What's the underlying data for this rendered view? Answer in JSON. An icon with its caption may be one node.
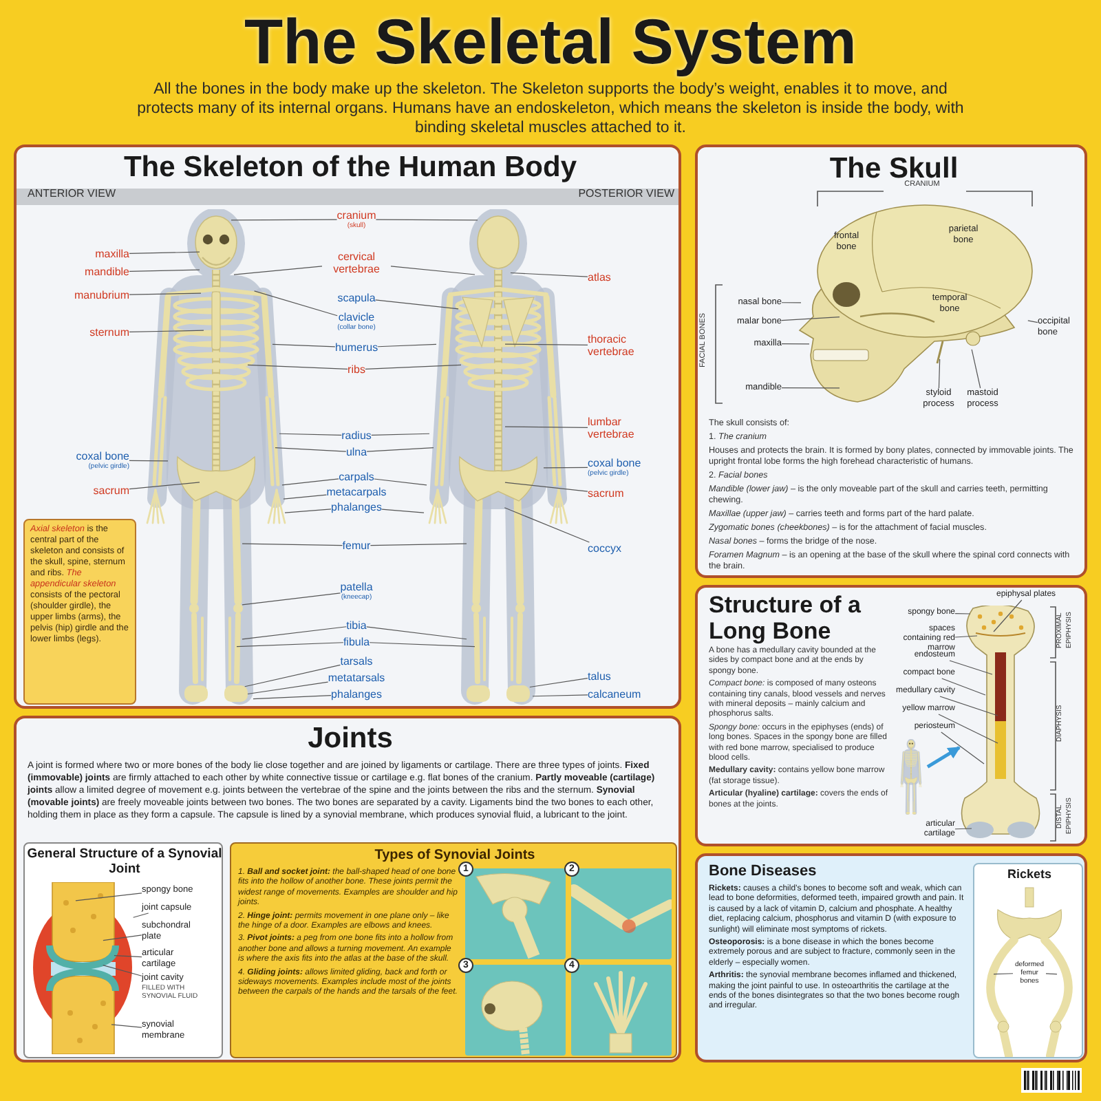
{
  "diagram": {
    "title": "The Skeletal System",
    "nodes": [
      {
        "text": [
          "The Skeleton of the Human Body"
        ]
      },
      {
        "text": [
          "maxilla"
        ],
        "in": 0
      },
      {
        "text": [
          "mandible"
        ],
        "in": 0
      },
      {
        "text": [
          "manubrium"
        ],
        "in": 0
      },
      {
        "text": [
          "sternum"
        ],
        "in": 0
      },
      {
        "text": [
          "coxal bone",
          "(pelvic girdle)"
        ],
        "in": 0
      },
      {
        "text": [
          "sacrum"
        ],
        "in": 0
      },
      {
        "text": [
          "cranium",
          "(skull)"
        ],
        "in": 0
      },
      {
        "text": [
          "cervical vertebrae"
        ],
        "in": 0
      },
      {
        "text": [
          "scapula"
        ],
        "in": 0
      },
      {
        "text": [
          "clavicle",
          "(collar bone)"
        ],
        "in": 0
      },
      {
        "text": [
          "humerus"
        ],
        "in": 0
      },
      {
        "text": [
          "ribs"
        ],
        "in": 0
      },
      {
        "text": [
          "radius"
        ],
        "in": 0
      },
      {
        "text": [
          "ulna"
        ],
        "in": 0
      },
      {
        "text": [
          "carpals"
        ],
        "in": 0
      },
      {
        "text": [
          "metacarpals"
        ],
        "in": 0
      },
      {
        "text": [
          "phalanges"
        ],
        "in": 0
      },
      {
        "text": [
          "femur"
        ],
        "in": 0
      },
      {
        "text": [
          "patella",
          "(kneecap)"
        ],
        "in": 0
      },
      {
        "text": [
          "tibia"
        ],
        "in": 0
      },
      {
        "text": [
          "fibula"
        ],
        "in": 0
      },
      {
        "text": [
          "tarsals"
        ],
        "in": 0
      },
      {
        "text": [
          "metatarsals"
        ],
        "in": 0
      },
      {
        "text": [
          "phalanges"
        ],
        "in": 0
      },
      {
        "text": [
          "atlas"
        ],
        "in": 0
      },
      {
        "text": [
          "thoracic vertebrae"
        ],
        "in": 0
      },
      {
        "text": [
          "lumbar vertebrae"
        ],
        "in": 0
      },
      {
        "text": [
          "coxal bone",
          "(pelvic girdle)"
        ],
        "in": 0
      },
      {
        "text": [
          "sacrum"
        ],
        "in": 0
      },
      {
        "text": [
          "coccyx"
        ],
        "in": 0
      },
      {
        "text": [
          "talus"
        ],
        "in": 0
      },
      {
        "text": [
          "calcaneum"
        ],
        "in": 0
      },
      {
        "text": [
          "*Axial skeleton* is the central part of the skeleton and consists of the skull, spine, sternum and ribs. *The appendicular skeleton* consists of the pectoral (shoulder girdle), the upper limbs (arms), the pelvis (hip) girdle and the lower limbs (legs)."
        ],
        "in": 0
      },
      {
        "text": [
          "The Skull",
          "The skull consists of:",
          "1. *The cranium*",
          "Houses and protects the brain. It is formed by bony plates, connected by immovable joints. The upright frontal lobe forms the high forehead characteristic of humans.",
          "2. *Facial bones*",
          "*Mandible (lower jaw)* – is the only moveable part of the skull and carries teeth, permitting chewing.",
          "*Maxillae (upper jaw)* – carries teeth and forms part of the hard palate.",
          "*Zygomatic bones (cheekbones)* – is for the attachment of facial muscles.",
          "*Nasal bones* – forms the bridge of the nose.",
          "*Foramen Magnum* – is an opening at the base of the skull where the spinal cord connects with the brain."
        ]
      },
      {
        "text": [
          "nasal bone"
        ],
        "in": 34
      },
      {
        "text": [
          "malar bone"
        ],
        "in": 34
      },
      {
        "text": [
          "maxilla"
        ],
        "in": 34
      },
      {
        "text": [
          "mandible"
        ],
        "in": 34
      },
      {
        "text": [
          "occipital bone"
        ],
        "in": 34
      },
      {
        "text": [
          "styloid process"
        ],
        "in": 34
      },
      {
        "text": [
          "mastoid process"
        ],
        "in": 34
      },
      {
        "text": [
          "Structure of a Long Bone",
          "A bone has a medullary cavity bounded at the sides by compact bone and at the ends by spongy bone.",
          "*Compact bone:* is composed of many osteons containing tiny canals, blood vessels and nerves with mineral deposits – mainly calcium and phosphorus salts.",
          "*Spongy bone:* occurs in the epiphyses (ends) of long bones. Spaces in the spongy bone are filled with red bone marrow, specialised to produce blood cells.",
          "**Medullary cavity:** contains yellow bone marrow (fat storage tissue).",
          "**Articular (hyaline) cartilage:** covers the ends of bones at the joints."
        ]
      },
      {
        "text": [
          "epiphysal plates"
        ],
        "in": 42
      },
      {
        "text": [
          "spongy bone"
        ],
        "in": 42
      },
      {
        "text": [
          "spaces containing red marrow"
        ],
        "in": 42
      },
      {
        "text": [
          "endosteum"
        ],
        "in": 42
      },
      {
        "text": [
          "compact bone"
        ],
        "in": 42
      },
      {
        "text": [
          "medullary cavity"
        ],
        "in": 42
      },
      {
        "text": [
          "yellow marrow"
        ],
        "in": 42
      },
      {
        "text": [
          "periosteum"
        ],
        "in": 42
      },
      {
        "text": [
          "articular cartilage"
        ],
        "in": 42
      },
      {
        "text": [],
        "shape": "picture",
        "in": 42
      },
      {
        "text": [],
        "shape": "picture",
        "in": 42
      },
      {
        "text": [
          "Joints",
          "A joint is formed where two or more bones of the body lie close together and are joined by ligaments or cartilage. There are three types of joints. **Fixed (immovable) joints** are firmly attached to each other by white connective tissue or cartilage e.g. flat bones of the cranium. **Partly moveable (cartilage) joints** allow a limited degree of movement e.g. joints between the vertebrae of the spine and the joints between the ribs and the sternum. **Synovial (movable joints)** are freely moveable joints between two bones. The two bones are separated by a cavity. Ligaments bind the two bones to each other, holding them in place as they form a capsule. The capsule is lined by a synovial membrane, which produces synovial fluid, a lubricant to the joint."
        ]
      },
      {
        "text": [
          "General Structure of a Synovial Joint"
        ],
        "in": 54
      },
      {
        "text": [
          "spongy bone"
        ],
        "in": 55
      },
      {
        "text": [
          "joint capsule"
        ],
        "in": 55
      },
      {
        "text": [
          "subchondral plate"
        ],
        "in": 55
      },
      {
        "text": [
          "articular cartilage"
        ],
        "in": 55
      },
      {
        "text": [
          "joint cavity",
          "FILLED WITH SYNOVIAL FLUID"
        ],
        "in": 55
      },
      {
        "text": [
          "synovial membrane"
        ],
        "in": 55
      },
      {
        "text": [
          "Types of Synovial Joints",
          "1. **Ball and socket joint:** the ball-shaped head of one bone fits into the hollow of another bone. These joints permit the widest range of movements. Examples are shoulder and hip joints.",
          "2. **Hinge joint:** permits movement in one plane only – like the hinge of a door. Examples are elbows and knees.",
          "3. **Pivot joints:** a peg from one bone fits into a hollow from another bone and allows a turning movement. An example is where the axis fits into the atlas at the base of the skull.",
          "4. **Gliding joints:** allows limited gliding, back and forth or sideways movements. Examples include most of the joints between the carpals of the hands and the tarsals of the feet."
        ],
        "in": 54
      },
      {
        "text": [
          "Bone Diseases",
          "**Rickets:** causes a child’s bones to become soft and weak, which can lead to bone deformities, deformed teeth, impaired growth and pain. It is caused by a lack of vitamin D, calcium and phosphate. A healthy diet, replacing calcium, phosphorus and vitamin D (with exposure to sunlight) will eliminate most symptoms of rickets.",
          "**Osteoporosis:** is a bone disease in which the bones become extremely porous and are subject to fracture, commonly seen in the elderly – especially women.",
          "**Arthritis:** the synovial membrane becomes inflamed and thickened, making the joint painful to use. In osteoarthritis the cartilage at the ends of the bones disintegrates so that the two bones become rough and irregular."
        ]
      },
      {
        "text": [
          "Rickets"
        ],
        "in": 63
      },
      {
        "text": [
          "deformed femur bones"
        ],
        "in": 64
      }
    ],
    "edges": [
      {
        "from": 1,
        "to": null,
        "arrow": "none"
      },
      {
        "from": 2,
        "to": null,
        "arrow": "none"
      },
      {
        "from": 3,
        "to": null,
        "arrow": "none"
      },
      {
        "from": 4,
        "to": null,
        "arrow": "none"
      },
      {
        "from": 5,
        "to": null,
        "arrow": "none"
      },
      {
        "from": 6,
        "to": null,
        "arrow": "none"
      },
      {
        "from": 7,
        "to": null,
        "arrow": "none"
      },
      {
        "from": 7,
        "to": null,
        "arrow": "none"
      },
      {
        "from": 8,
        "to": null,
        "arrow": "none"
      },
      {
        "from": 8,
        "to": null,
        "arrow": "none"
      },
      {
        "from": 9,
        "to": null,
        "arrow": "none"
      },
      {
        "from": 10,
        "to": null,
        "arrow": "none"
      },
      {
        "from": 11,
        "to": null,
        "arrow": "none"
      },
      {
        "from": 11,
        "to": null,
        "arrow": "none"
      },
      {
        "from": 12,
        "to": null,
        "arrow": "none"
      },
      {
        "from": 12,
        "to": null,
        "arrow": "none"
      },
      {
        "from": 13,
        "to": null,
        "arrow": "none"
      },
      {
        "from": 13,
        "to": null,
        "arrow": "none"
      },
      {
        "from": 14,
        "to": null,
        "arrow": "none"
      },
      {
        "from": 14,
        "to": null,
        "arrow": "none"
      },
      {
        "from": 15,
        "to": null,
        "arrow": "none"
      },
      {
        "from": 15,
        "to": null,
        "arrow": "none"
      },
      {
        "from": 16,
        "to": null,
        "arrow": "none"
      },
      {
        "from": 17,
        "to": null,
        "arrow": "none"
      },
      {
        "from": 17,
        "to": null,
        "arrow": "none"
      },
      {
        "from": 18,
        "to": null,
        "arrow": "none"
      },
      {
        "from": 18,
        "to": null,
        "arrow": "none"
      },
      {
        "from": 19,
        "to": null,
        "arrow": "none"
      },
      {
        "from": 20,
        "to": null,
        "arrow": "none"
      },
      {
        "from": 20,
        "to": null,
        "arrow": "none"
      },
      {
        "from": 21,
        "to": null,
        "arrow": "none"
      },
      {
        "from": 21,
        "to": null,
        "arrow": "none"
      },
      {
        "from": 22,
        "to": null,
        "arrow": "none"
      },
      {
        "from": 23,
        "to": null,
        "arrow": "none"
      },
      {
        "from": 24,
        "to": null,
        "arrow": "none"
      },
      {
        "from": 25,
        "to": null,
        "arrow": "none"
      },
      {
        "from": 26,
        "to": null,
        "arrow": "none"
      },
      {
        "from": 27,
        "to": null,
        "arrow": "none"
      },
      {
        "from": 28,
        "to": null,
        "arrow": "none"
      },
      {
        "from": 29,
        "to": null,
        "arrow": "none"
      },
      {
        "from": 30,
        "to": null,
        "arrow": "none"
      },
      {
        "from": 31,
        "to": null,
        "arrow": "none"
      },
      {
        "from": 32,
        "to": null,
        "arrow": "none"
      },
      {
        "from": 35,
        "to": null,
        "arrow": "none"
      },
      {
        "from": 36,
        "to": null,
        "arrow": "none"
      },
      {
        "from": 37,
        "to": null,
        "arrow": "none"
      },
      {
        "from": 38,
        "to": null,
        "arrow": "none"
      },
      {
        "from": 39,
        "to": null,
        "arrow": "none"
      },
      {
        "from": 40,
        "to": null,
        "arrow": "none"
      },
      {
        "from": 41,
        "to": null,
        "arrow": "none"
      },
      {
        "from": 43,
        "to": 53,
        "arrow": "none"
      },
      {
        "from": 44,
        "to": 53,
        "arrow": "none"
      },
      {
        "from": 45,
        "to": 53,
        "arrow": "none"
      },
      {
        "from": 46,
        "to": 53,
        "arrow": "none"
      },
      {
        "from": 47,
        "to": 53,
        "arrow": "none"
      },
      {
        "from": 48,
        "to": 53,
        "arrow": "none"
      },
      {
        "from": 49,
        "to": 53,
        "arrow": "none"
      },
      {
        "from": 50,
        "to": 53,
        "arrow": "none"
      },
      {
        "from": 51,
        "to": 53,
        "arrow": "none"
      },
      {
        "from": 52,
        "to": 53,
        "arrow": "to",
        "style": "thick",
        "color": "#3a9ad9"
      },
      {
        "from": 56,
        "to": null,
        "arrow": "none"
      },
      {
        "from": 57,
        "to": null,
        "arrow": "none"
      },
      {
        "from": 58,
        "to": null,
        "arrow": "none"
      },
      {
        "from": 59,
        "to": null,
        "arrow": "none"
      },
      {
        "from": 60,
        "to": null,
        "arrow": "none"
      },
      {
        "from": 61,
        "to": null,
        "arrow": "none"
      },
      {
        "from": 65,
        "to": null,
        "arrow": "none"
      },
      {
        "from": 65,
        "to": null,
        "arrow": "none"
      }
    ],
    "labels": [
      "All the bones in the body make up the skeleton. The Skeleton supports the body’s weight, enables it to move, and protects many of its internal organs. Humans have an endoskeleton, which means the skeleton is inside the body, with binding skeletal muscles attached to it.",
      "ANTERIOR VIEW",
      "POSTERIOR VIEW",
      "CRANIUM",
      "FACIAL BONES",
      "frontal bone",
      "parietal bone",
      "temporal bone",
      "PROXIMAL EPIPHYSIS",
      "DIAPHYSIS",
      "DISTAL EPIPHYSIS",
      "1",
      "2",
      "3",
      "4"
    ]
  }
}
